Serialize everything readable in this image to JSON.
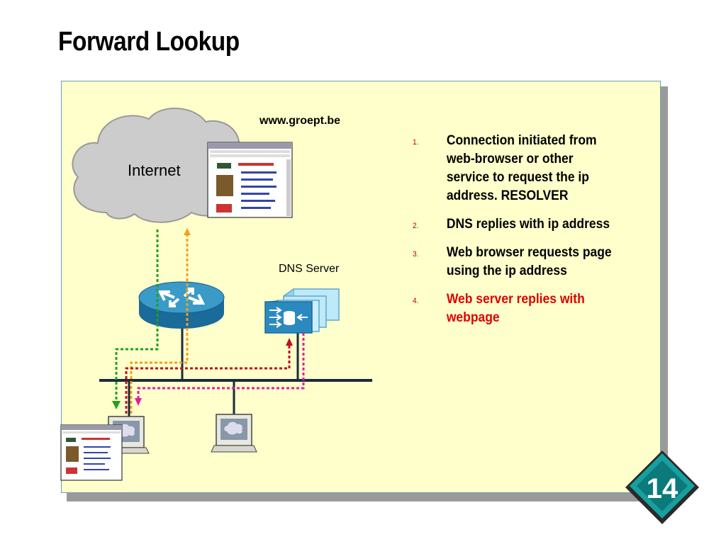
{
  "slide": {
    "title": "Forward Lookup",
    "page_number": "14"
  },
  "diagram": {
    "internet_label": "Internet",
    "site_label": "www.groept.be",
    "dns_server_label": "DNS Server"
  },
  "steps": [
    {
      "number": "1.",
      "text": "Connection initiated from web-browser or other service to request the ip address. RESOLVER",
      "active": false
    },
    {
      "number": "2.",
      "text": "DNS replies with ip address",
      "active": false
    },
    {
      "number": "3.",
      "text": "Web browser requests page using the ip address",
      "active": false
    },
    {
      "number": "4.",
      "text": "Web server replies with webpage",
      "active": true
    }
  ],
  "colors": {
    "panel_background": "#ffffcc",
    "path_green": "#22a022",
    "path_orange": "#f0a020",
    "path_red": "#c01020",
    "path_magenta": "#e020a0",
    "active_step": "#e00000",
    "badge": "#1a9a9a"
  }
}
